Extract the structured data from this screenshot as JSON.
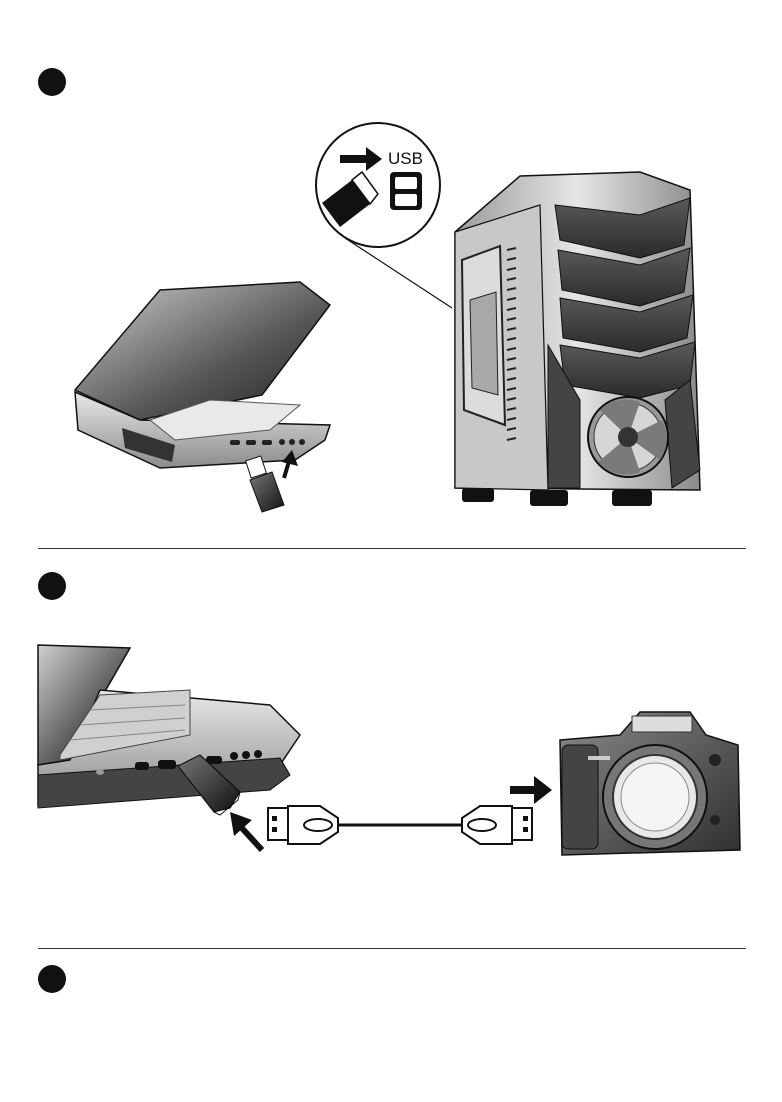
{
  "steps": [
    {
      "id": 1,
      "ports_callout_label": "USB"
    },
    {
      "id": 2
    },
    {
      "id": 3
    }
  ],
  "colors": {
    "ink": "#111111",
    "metal_dark": "#3a3a3a",
    "metal_mid": "#6b6b6b",
    "metal_light": "#bfbfbf",
    "panel": "#dcdcdc"
  },
  "icons": [
    "arrow-right-icon",
    "arrow-up-icon",
    "usb-port-icon",
    "usb-stick-icon",
    "fan-icon"
  ]
}
